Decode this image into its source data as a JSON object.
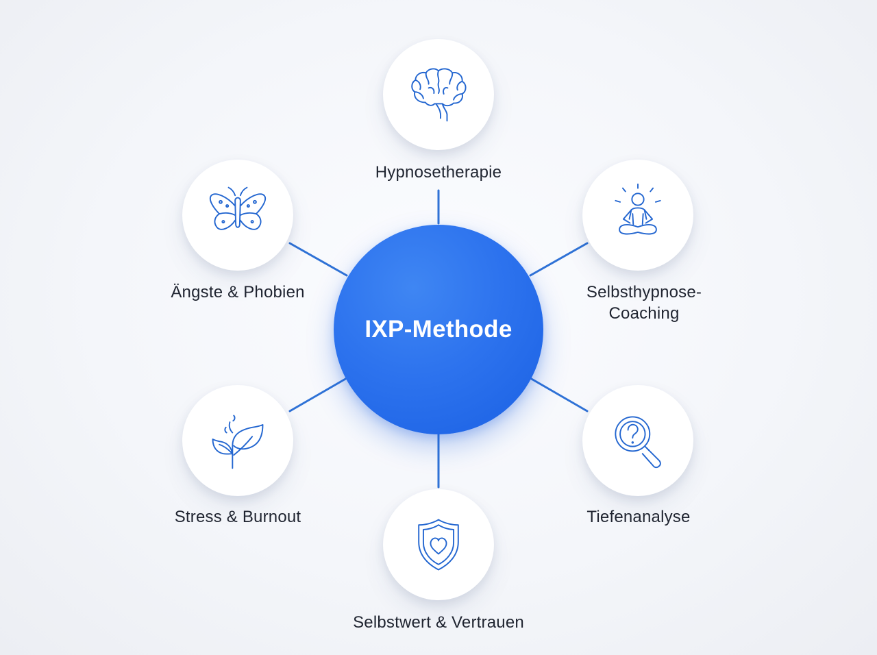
{
  "center": {
    "label": "IXP-Methode"
  },
  "nodes": [
    {
      "id": "hypnosetherapie",
      "label_lines": [
        "Hypnosetherapie"
      ],
      "icon": "brain-icon"
    },
    {
      "id": "selbsthypnose-coaching",
      "label_lines": [
        "Selbsthypnose-",
        "Coaching"
      ],
      "icon": "meditation-icon"
    },
    {
      "id": "tiefenanalyse",
      "label_lines": [
        "Tiefenanalyse"
      ],
      "icon": "magnifier-question-icon"
    },
    {
      "id": "selbstwert-vertrauen",
      "label_lines": [
        "Selbstwert & Vertrauen"
      ],
      "icon": "shield-heart-icon"
    },
    {
      "id": "stress-burnout",
      "label_lines": [
        "Stress & Burnout"
      ],
      "icon": "leaf-sprout-icon"
    },
    {
      "id": "aengste-phobien",
      "label_lines": [
        "Ängste & Phobien"
      ],
      "icon": "butterfly-icon"
    }
  ],
  "colors": {
    "accent": "#2d73ee",
    "connector": "#2f72d6",
    "icon_stroke": "#2366d0",
    "text": "#1f2430"
  }
}
